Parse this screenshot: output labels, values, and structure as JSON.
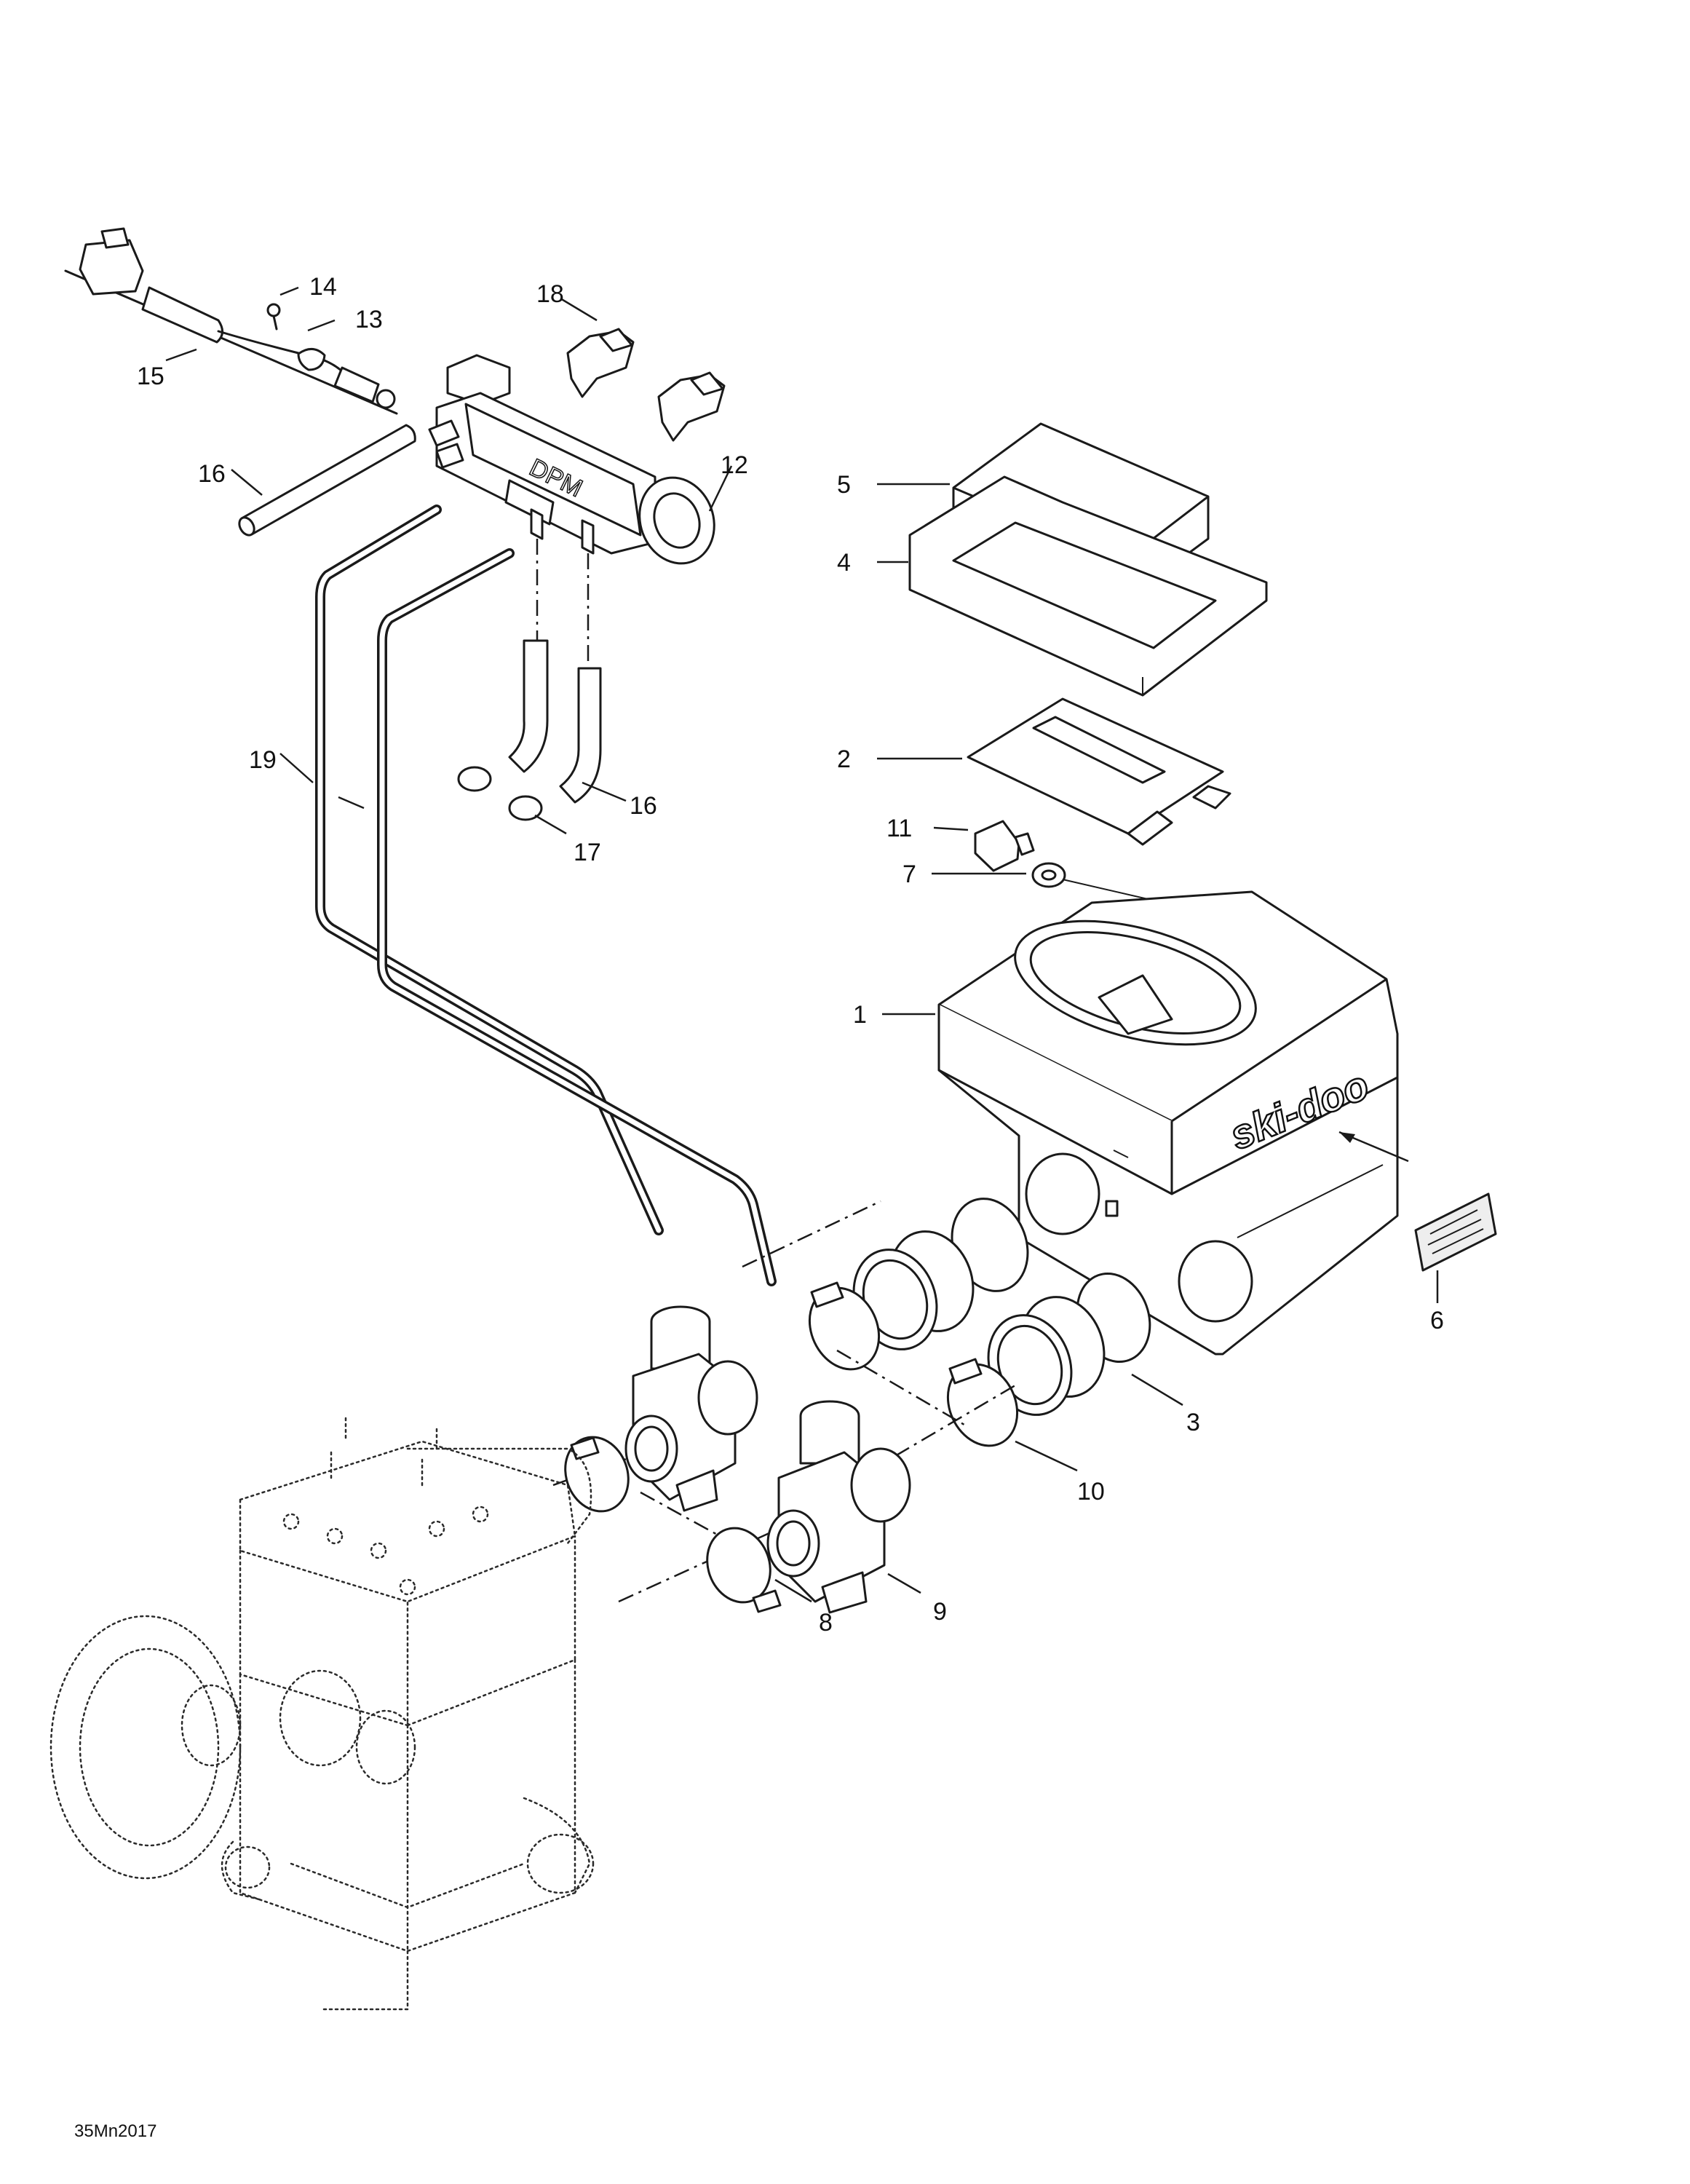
{
  "diagram": {
    "callouts": [
      {
        "id": "c1",
        "text": "1"
      },
      {
        "id": "c2",
        "text": "2"
      },
      {
        "id": "c3",
        "text": "3"
      },
      {
        "id": "c4",
        "text": "4"
      },
      {
        "id": "c5",
        "text": "5"
      },
      {
        "id": "c6",
        "text": "6"
      },
      {
        "id": "c7",
        "text": "7"
      },
      {
        "id": "c8",
        "text": "8"
      },
      {
        "id": "c9",
        "text": "9"
      },
      {
        "id": "c10",
        "text": "10"
      },
      {
        "id": "c11",
        "text": "11"
      },
      {
        "id": "c12",
        "text": "12"
      },
      {
        "id": "c13",
        "text": "13"
      },
      {
        "id": "c14",
        "text": "14"
      },
      {
        "id": "c15",
        "text": "15"
      },
      {
        "id": "c16a",
        "text": "16"
      },
      {
        "id": "c16b",
        "text": "16"
      },
      {
        "id": "c17",
        "text": "17"
      },
      {
        "id": "c18",
        "text": "18"
      },
      {
        "id": "c19",
        "text": "19"
      }
    ],
    "part_markings": {
      "manifold_logo": "DPM",
      "airbox_brand": "ski-doo"
    },
    "figure_code": "35Mn2017"
  }
}
